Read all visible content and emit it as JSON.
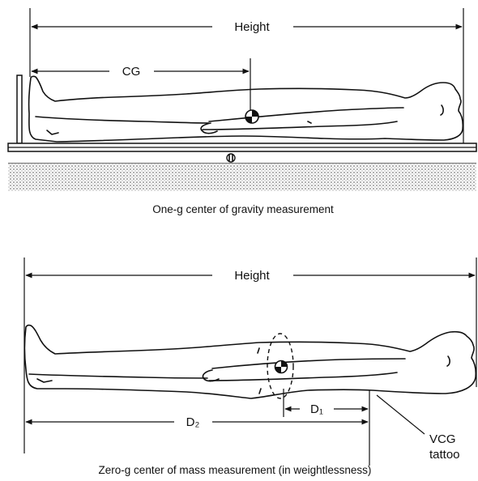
{
  "top_panel": {
    "height_label": "Height",
    "cg_label": "CG",
    "caption": "One-g center of gravity measurement"
  },
  "bottom_panel": {
    "height_label": "Height",
    "d1_label": "D₁",
    "d2_label": "D₂",
    "vcg_label_line1": "VCG",
    "vcg_label_line2": "tattoo",
    "caption": "Zero-g center of mass measurement (in weightlessness)"
  }
}
